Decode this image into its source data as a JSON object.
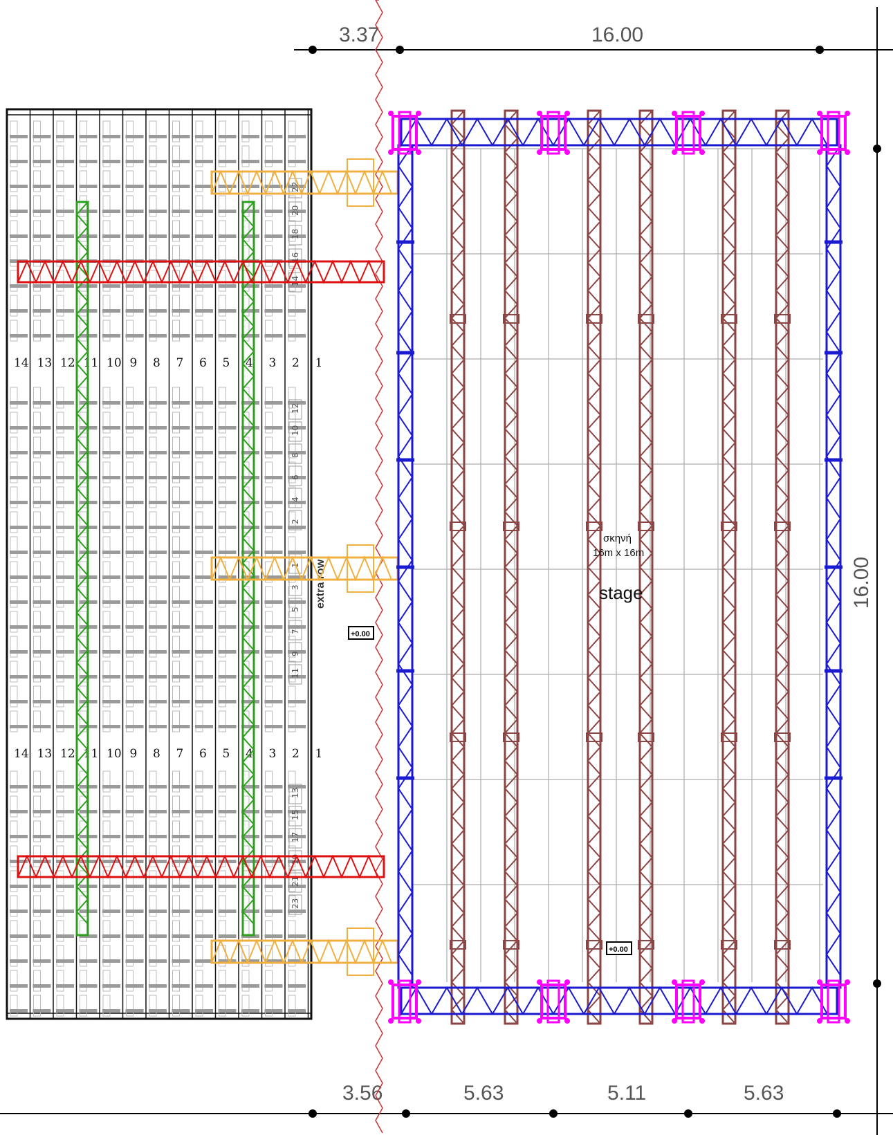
{
  "dimensions": {
    "top_left": "3.37",
    "top_main": "16.00",
    "bottom_left": "3.56",
    "bottom_seg_1": "5.63",
    "bottom_seg_2": "5.11",
    "bottom_seg_3": "5.63",
    "right_side": "16.00"
  },
  "stage": {
    "label_greek": "σκηνή",
    "size": "16m x 16m",
    "label_english": "stage"
  },
  "extra_row_label": "extra row",
  "level_marks": [
    "+0.00",
    "+0.00"
  ],
  "seat_rows": [
    "14",
    "13",
    "12",
    "11",
    "10",
    "9",
    "8",
    "7",
    "6",
    "5",
    "4",
    "3",
    "2",
    "1"
  ],
  "extra_row_seats": {
    "even_upper": [
      "22",
      "20",
      "18",
      "16",
      "14"
    ],
    "even_lower": [
      "12",
      "10",
      "8",
      "6",
      "4",
      "2"
    ],
    "odd_upper": [
      "1",
      "3",
      "5",
      "7",
      "9",
      "11"
    ],
    "odd_lower": [
      "13",
      "15",
      "17",
      "19",
      "21",
      "23"
    ]
  },
  "colors": {
    "stage_truss": "#1a1ad0",
    "truss_clamp": "#ff00ff",
    "inner_truss": "#8b4545",
    "red_truss": "#dd1111",
    "green_truss": "#2e9e1e",
    "orange_truss": "#f0b040",
    "dim_line": "#000000",
    "break_line": "#cc3333",
    "seat": "#999999"
  }
}
